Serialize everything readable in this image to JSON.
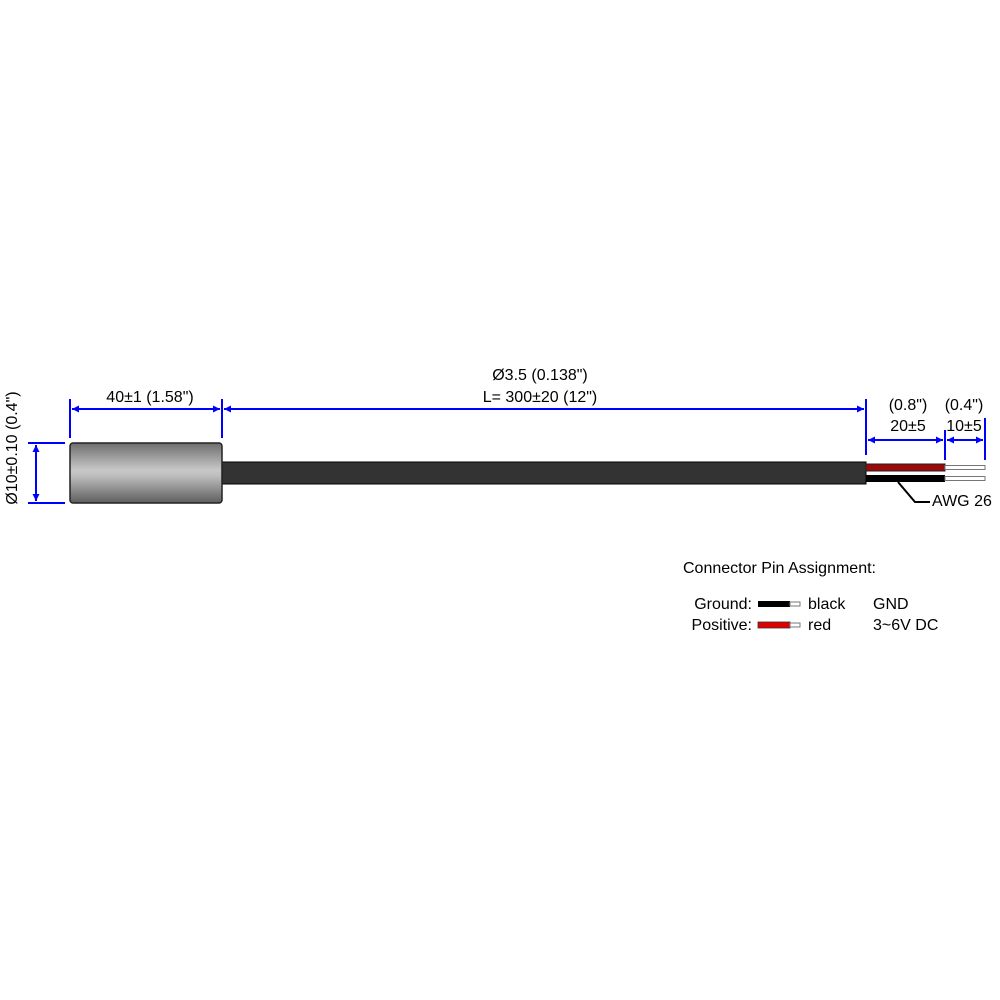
{
  "dimensions": {
    "body_diameter": "Ø10±0.10 (0.4\")",
    "body_length": "40±1 (1.58\")",
    "cable_diameter": "Ø3.5 (0.138\")",
    "cable_length": "L= 300±20 (12\")",
    "strip_inch": "(0.8\")",
    "strip_mm": "20±5",
    "bare_inch": "(0.4\")",
    "bare_mm": "10±5",
    "wire_gauge": "AWG 26"
  },
  "legend": {
    "title": "Connector Pin Assignment:",
    "rows": [
      {
        "label": "Ground:",
        "color_name": "black",
        "signal": "GND",
        "color": "#000000"
      },
      {
        "label": "Positive:",
        "color_name": "red",
        "signal": "3~6V DC",
        "color": "#e00000"
      }
    ]
  },
  "colors": {
    "dimension": "#0000ff",
    "cable": "#333333",
    "red_wire": "#9b0a0a"
  }
}
